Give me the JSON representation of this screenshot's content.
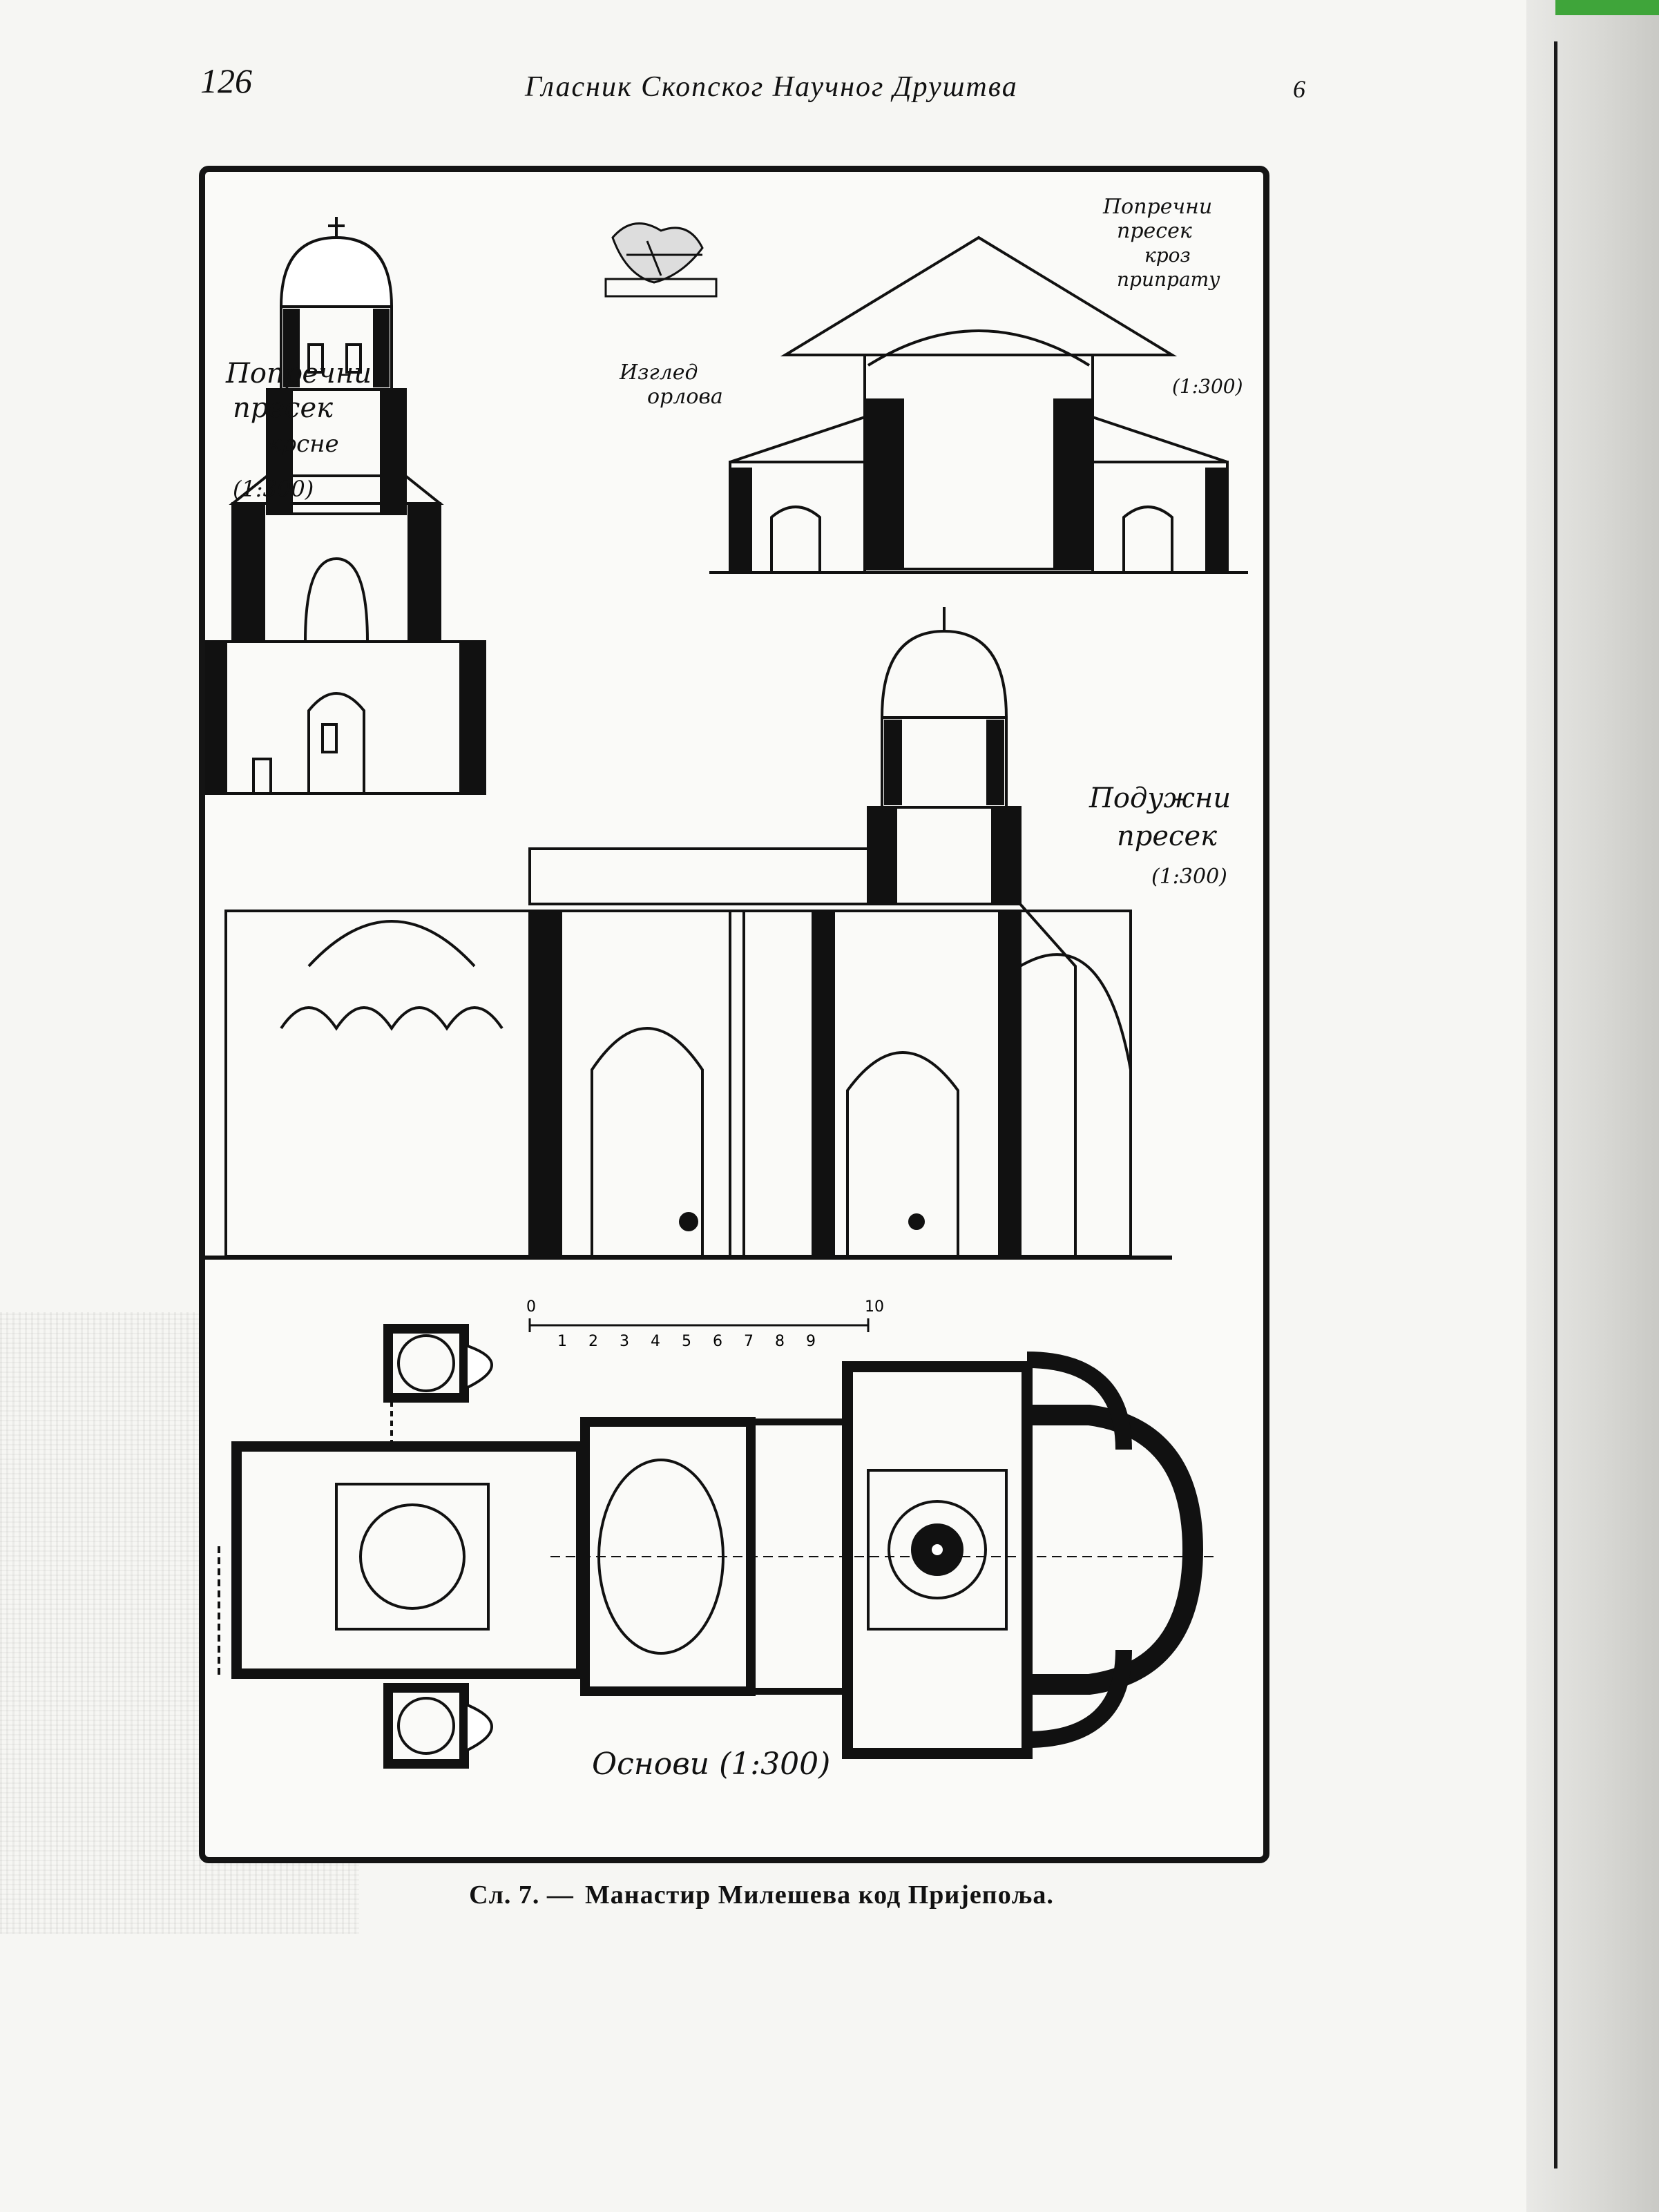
{
  "header": {
    "page_number": "126",
    "journal_title": "Гласник Скопског Научног Друштва",
    "signature_mark": "6"
  },
  "drawing_labels": {
    "cross_section_left": [
      "Попречни",
      "пресек",
      "крсне",
      "(1:300)"
    ],
    "eagles_note": [
      "Изглед",
      "орлова"
    ],
    "cross_section_right": [
      "Попречни",
      "пресек",
      "кроз",
      "припрату",
      "(1:300)"
    ],
    "longitudinal": [
      "Подужни",
      "пресек",
      "(1:300)"
    ],
    "plan": "Основи (1:300)",
    "scale_numbers": [
      "0",
      "1",
      "2",
      "3",
      "4",
      "5",
      "6",
      "7",
      "8",
      "9",
      "10"
    ]
  },
  "caption": {
    "figure": "Сл. 7. —",
    "text": "Манастир Милешева код Пријепоља."
  }
}
